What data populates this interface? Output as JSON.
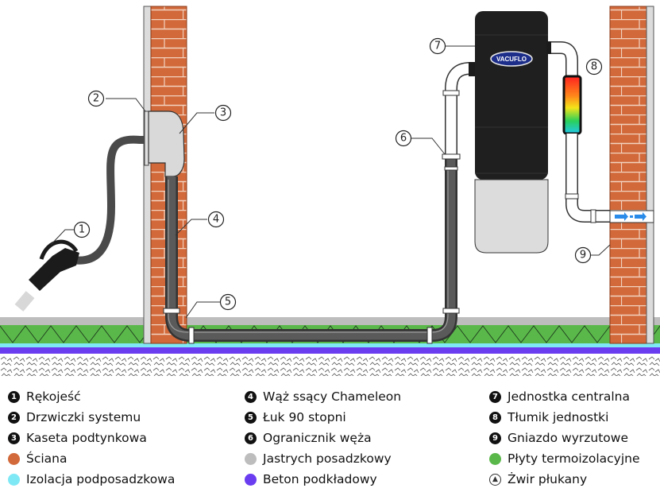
{
  "callouts": [
    "1",
    "2",
    "3",
    "4",
    "5",
    "6",
    "7",
    "8",
    "9"
  ],
  "unit_brand": "VACUFLO",
  "legend": {
    "col1": [
      {
        "marker": "1",
        "label": "Rękojeść"
      },
      {
        "marker": "2",
        "label": "Drzwiczki systemu"
      },
      {
        "marker": "3",
        "label": "Kaseta podtynkowa"
      },
      {
        "marker": "",
        "label": "Ściana",
        "color": "#d2693a"
      },
      {
        "marker": "",
        "label": "Izolacja podposadzkowa",
        "color": "#7fe8f5"
      }
    ],
    "col2": [
      {
        "marker": "4",
        "label": "Wąż ssący Chameleon"
      },
      {
        "marker": "5",
        "label": "Łuk 90 stopni"
      },
      {
        "marker": "6",
        "label": "Ogranicznik węża"
      },
      {
        "marker": "",
        "label": "Jastrych posadzkowy",
        "color": "#bdbdbd"
      },
      {
        "marker": "",
        "label": "Beton podkładowy",
        "color": "#6a3df0"
      }
    ],
    "col3": [
      {
        "marker": "7",
        "label": "Jednostka centralna"
      },
      {
        "marker": "8",
        "label": "Tłumik jednostki"
      },
      {
        "marker": "9",
        "label": "Gniazdo wyrzutowe"
      },
      {
        "marker": "",
        "label": "Płyty termoizolacyjne",
        "color": "#5ab84a"
      },
      {
        "marker": "gravel",
        "label": "Żwir płukany"
      }
    ]
  },
  "colors": {
    "brick": "#d2693a",
    "mortar": "#f2d2bf",
    "insulation": "#7fe8f5",
    "screed": "#bdbdbd",
    "concrete": "#6a3df0",
    "thermal_boards": "#5ab84a",
    "unit_dark": "#1f1f1f",
    "unit_light": "#dcdcdc",
    "pipe": "#ffffff",
    "hose": "#4a4a4a"
  }
}
